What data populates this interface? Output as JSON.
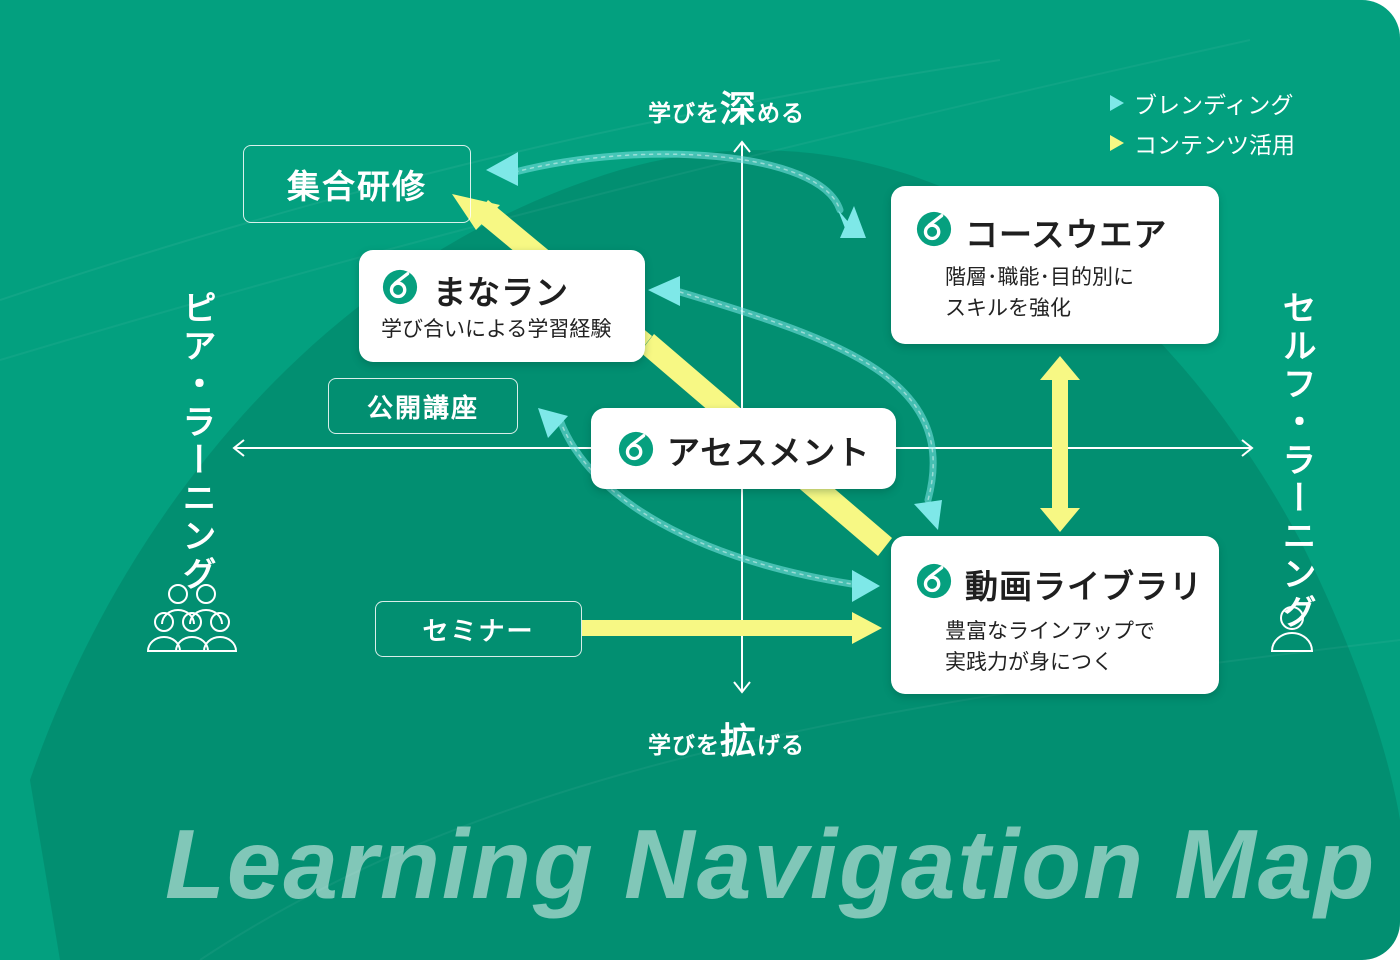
{
  "axis": {
    "top_prefix": "学びを",
    "top_big": "深",
    "top_suffix": "める",
    "bottom_prefix": "学びを",
    "bottom_big": "拡",
    "bottom_suffix": "げる",
    "left": "ピア・ラーニング",
    "right": "セルフ・ラーニング"
  },
  "legend": {
    "blending": "ブレンディング",
    "contents": "コンテンツ活用"
  },
  "nodes": {
    "shugo": "集合研修",
    "koukai": "公開講座",
    "seminar": "セミナー",
    "manaran_title": "まなラン",
    "manaran_sub": "学び合いによる学習経験",
    "assessment_title": "アセスメント",
    "courseware_title": "コースウエア",
    "courseware_sub": "階層･職能･目的別に\nスキルを強化",
    "video_title": "動画ライブラリ",
    "video_sub": "豊富なラインアップで\n実践力が身につく"
  },
  "watermark": "Learning Navigation Map",
  "colors": {
    "background": "#03a07f",
    "blending": "#7ee8e8",
    "contents": "#f7f884",
    "card": "#ffffff"
  },
  "icons": [
    "brand-logo-icon",
    "peer-group-icon",
    "self-person-icon"
  ]
}
